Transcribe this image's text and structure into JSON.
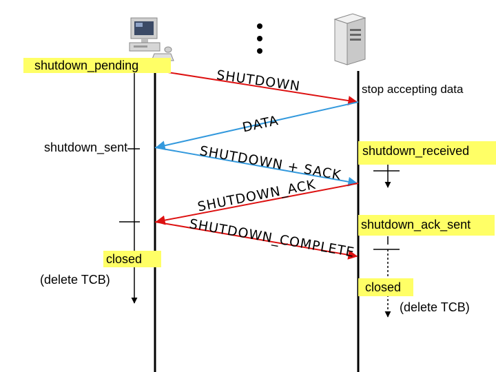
{
  "client_states": {
    "shutdown_pending": "shutdown_pending",
    "shutdown_sent": "shutdown_sent",
    "closed": "closed",
    "delete_tcb": "(delete TCB)"
  },
  "server_states": {
    "stop_accepting": "stop accepting data",
    "shutdown_received": "shutdown_received",
    "shutdown_ack_sent": "shutdown_ack_sent",
    "closed": "closed",
    "delete_tcb": "(delete TCB)"
  },
  "messages": {
    "shutdown": "SHUTDOWN",
    "data": "DATA",
    "shutdown_sack": "SHUTDOWN + SACK",
    "shutdown_ack": "SHUTDOWN_ACK",
    "shutdown_complete": "SHUTDOWN_COMPLETE"
  },
  "colors": {
    "red_arrow": "#dd1111",
    "blue_arrow": "#3399dd",
    "highlight": "#ffff66"
  },
  "icons": [
    "desktop-computer-icon",
    "server-tower-icon",
    "vertical-ellipsis-icon"
  ]
}
